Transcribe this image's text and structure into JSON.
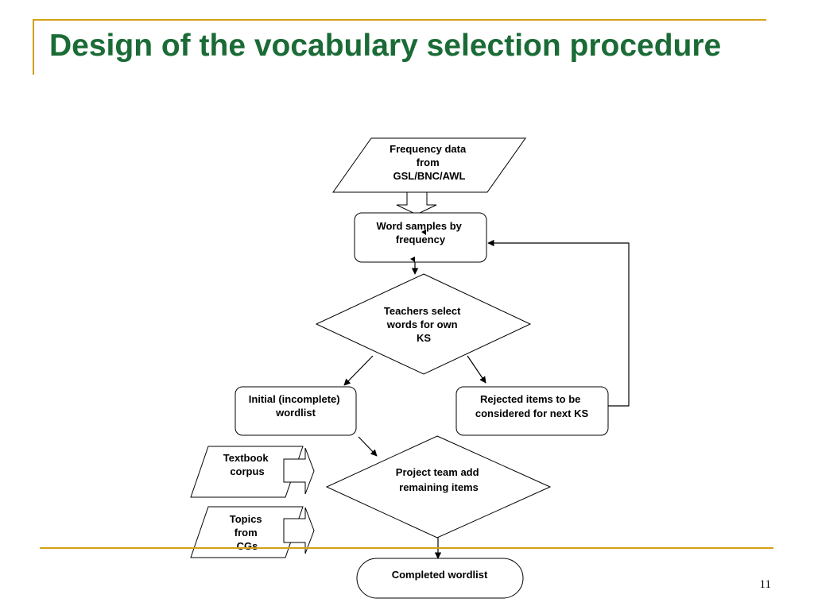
{
  "slide": {
    "title": "Design of the vocabulary selection procedure",
    "page_number": "11"
  },
  "flowchart": {
    "frequency_data": [
      "Frequency data",
      "from",
      "GSL/BNC/AWL"
    ],
    "word_samples": [
      "Word samples by",
      "frequency"
    ],
    "teachers_select": [
      "Teachers select",
      "words for own",
      "KS"
    ],
    "initial_wordlist": [
      "Initial (incomplete)",
      "wordlist"
    ],
    "rejected_items": [
      "Rejected items to be",
      "considered for next KS"
    ],
    "textbook_corpus": [
      "Textbook",
      "corpus"
    ],
    "topics_from_cgs": [
      "Topics",
      "from",
      "CGs"
    ],
    "project_team": [
      "Project team add",
      "remaining items"
    ],
    "completed_wordlist": [
      "Completed wordlist"
    ]
  },
  "colors": {
    "title": "#1a6b35",
    "rule": "#d4a017"
  }
}
